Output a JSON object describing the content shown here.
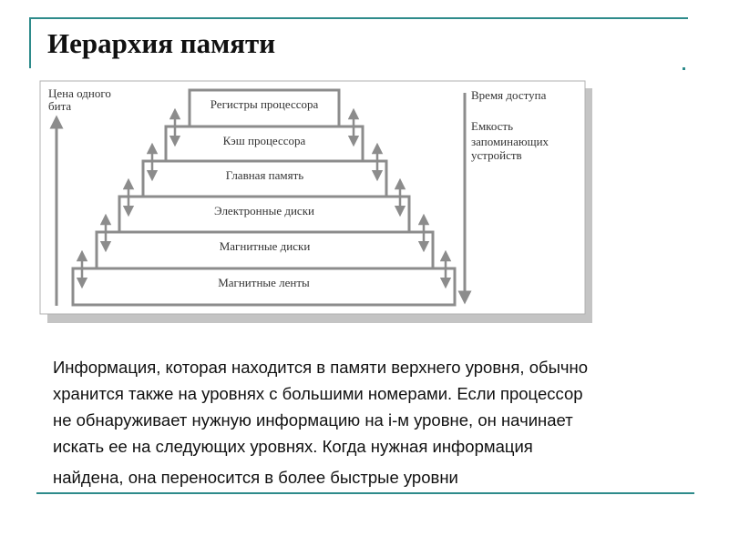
{
  "title": "Иерархия памяти",
  "diagram": {
    "left_axis_label": [
      "Цена одного",
      "бита"
    ],
    "right_axis_label_top": "Время доступа",
    "right_axis_label_bottom": [
      "Емкость",
      "запоминающих",
      "устройств"
    ],
    "levels": [
      "Регистры процессора",
      "Кэш процессора",
      "Главная память",
      "Электронные диски",
      "Магнитные диски",
      "Магнитные ленты"
    ]
  },
  "body_lines": [
    "Информация, которая находится в памяти верхнего уровня, обычно",
    "хранится также на уровнях с большими номерами. Если процессор",
    "не обнаруживает нужную информацию на i-м уровне, он начинает",
    "искать ее на следующих уровнях. Когда нужная информация",
    "найдена, она переносится в более быстрые уровни"
  ],
  "colors": {
    "accent": "#2e8b8b",
    "stroke": "#8c8c8c",
    "shadow": "#c4c4c4",
    "text": "#111111"
  }
}
